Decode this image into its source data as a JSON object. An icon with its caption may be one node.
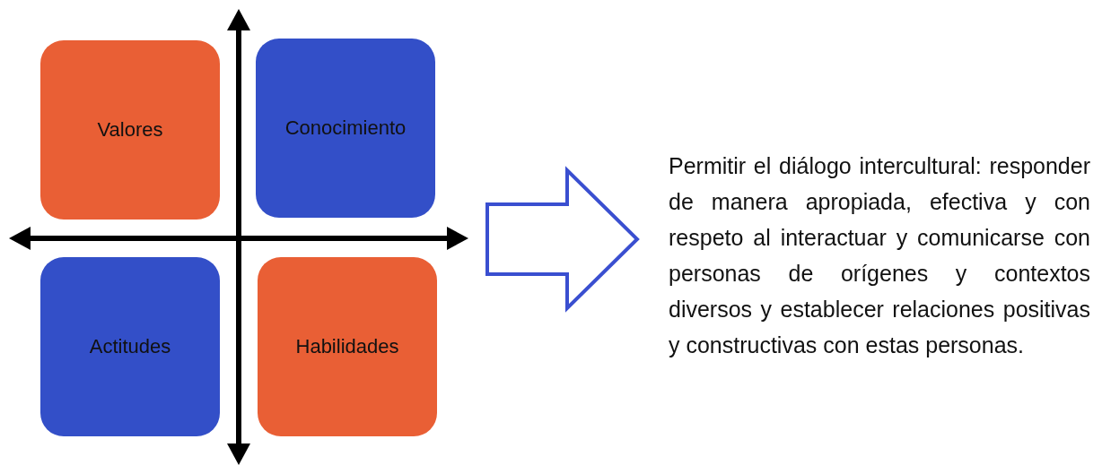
{
  "diagram": {
    "nodes": [
      {
        "text": [
          "Valores"
        ]
      },
      {
        "text": [
          "Conocimiento"
        ]
      },
      {
        "text": [
          "Actitudes"
        ]
      },
      {
        "text": [
          "Habilidades"
        ]
      },
      {
        "text": [
          "Permitir el diálogo intercultural: responder de manera apropiada, efectiva y con respeto al interactuar y comunicarse con personas de orígenes y contextos diversos y establecer relaciones positivas y constructivas con estas personas."
        ]
      }
    ],
    "edges": [
      {
        "from": null,
        "to": 4,
        "arrow": "to",
        "color": "#3a4fd0"
      }
    ]
  }
}
